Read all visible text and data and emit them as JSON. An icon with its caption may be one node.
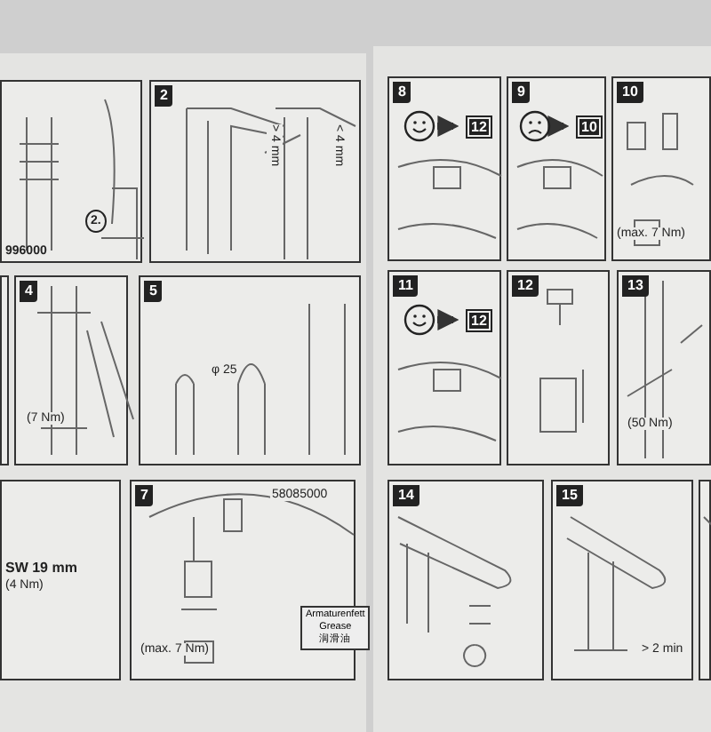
{
  "diagram": {
    "nodes": [
      {
        "text": [
          "996000"
        ]
      },
      {
        "text": [
          "2"
        ]
      },
      {
        "text": [],
        "shape": "box"
      },
      {
        "text": [
          "4"
        ]
      },
      {
        "text": [
          "5"
        ]
      },
      {
        "text": [],
        "shape": "box"
      },
      {
        "text": [
          "7"
        ]
      },
      {
        "text": [
          "Armaturenfett",
          "Grease",
          "润滑油"
        ],
        "in": 6
      },
      {
        "text": [
          "8"
        ]
      },
      {
        "text": [],
        "shape": "picture",
        "in": 8
      },
      {
        "text": [
          "12"
        ],
        "in": 8
      },
      {
        "text": [
          "9"
        ]
      },
      {
        "text": [],
        "shape": "picture",
        "in": 11
      },
      {
        "text": [
          "10"
        ],
        "in": 11
      },
      {
        "text": [
          "10"
        ]
      },
      {
        "text": [
          "11"
        ]
      },
      {
        "text": [],
        "shape": "picture",
        "in": 15
      },
      {
        "text": [
          "12"
        ],
        "in": 15
      },
      {
        "text": [
          "12"
        ]
      },
      {
        "text": [
          "13"
        ]
      },
      {
        "text": [
          "14"
        ]
      },
      {
        "text": [
          "15"
        ]
      },
      {
        "text": [],
        "shape": "box"
      }
    ],
    "edges": [
      {
        "from": 9,
        "to": 10,
        "arrow": "to"
      },
      {
        "from": 12,
        "to": 13,
        "arrow": "to"
      },
      {
        "from": 16,
        "to": 17,
        "arrow": "to"
      }
    ],
    "labels": [
      "2.",
      "> 4 mm",
      "< 4 mm",
      "(7 Nm)",
      "φ 25",
      "SW 19 mm",
      "(4 Nm)",
      "58085000",
      "(max. 7 Nm)",
      "(max. 7 Nm)",
      "(50 Nm)",
      "> 2 min"
    ]
  }
}
